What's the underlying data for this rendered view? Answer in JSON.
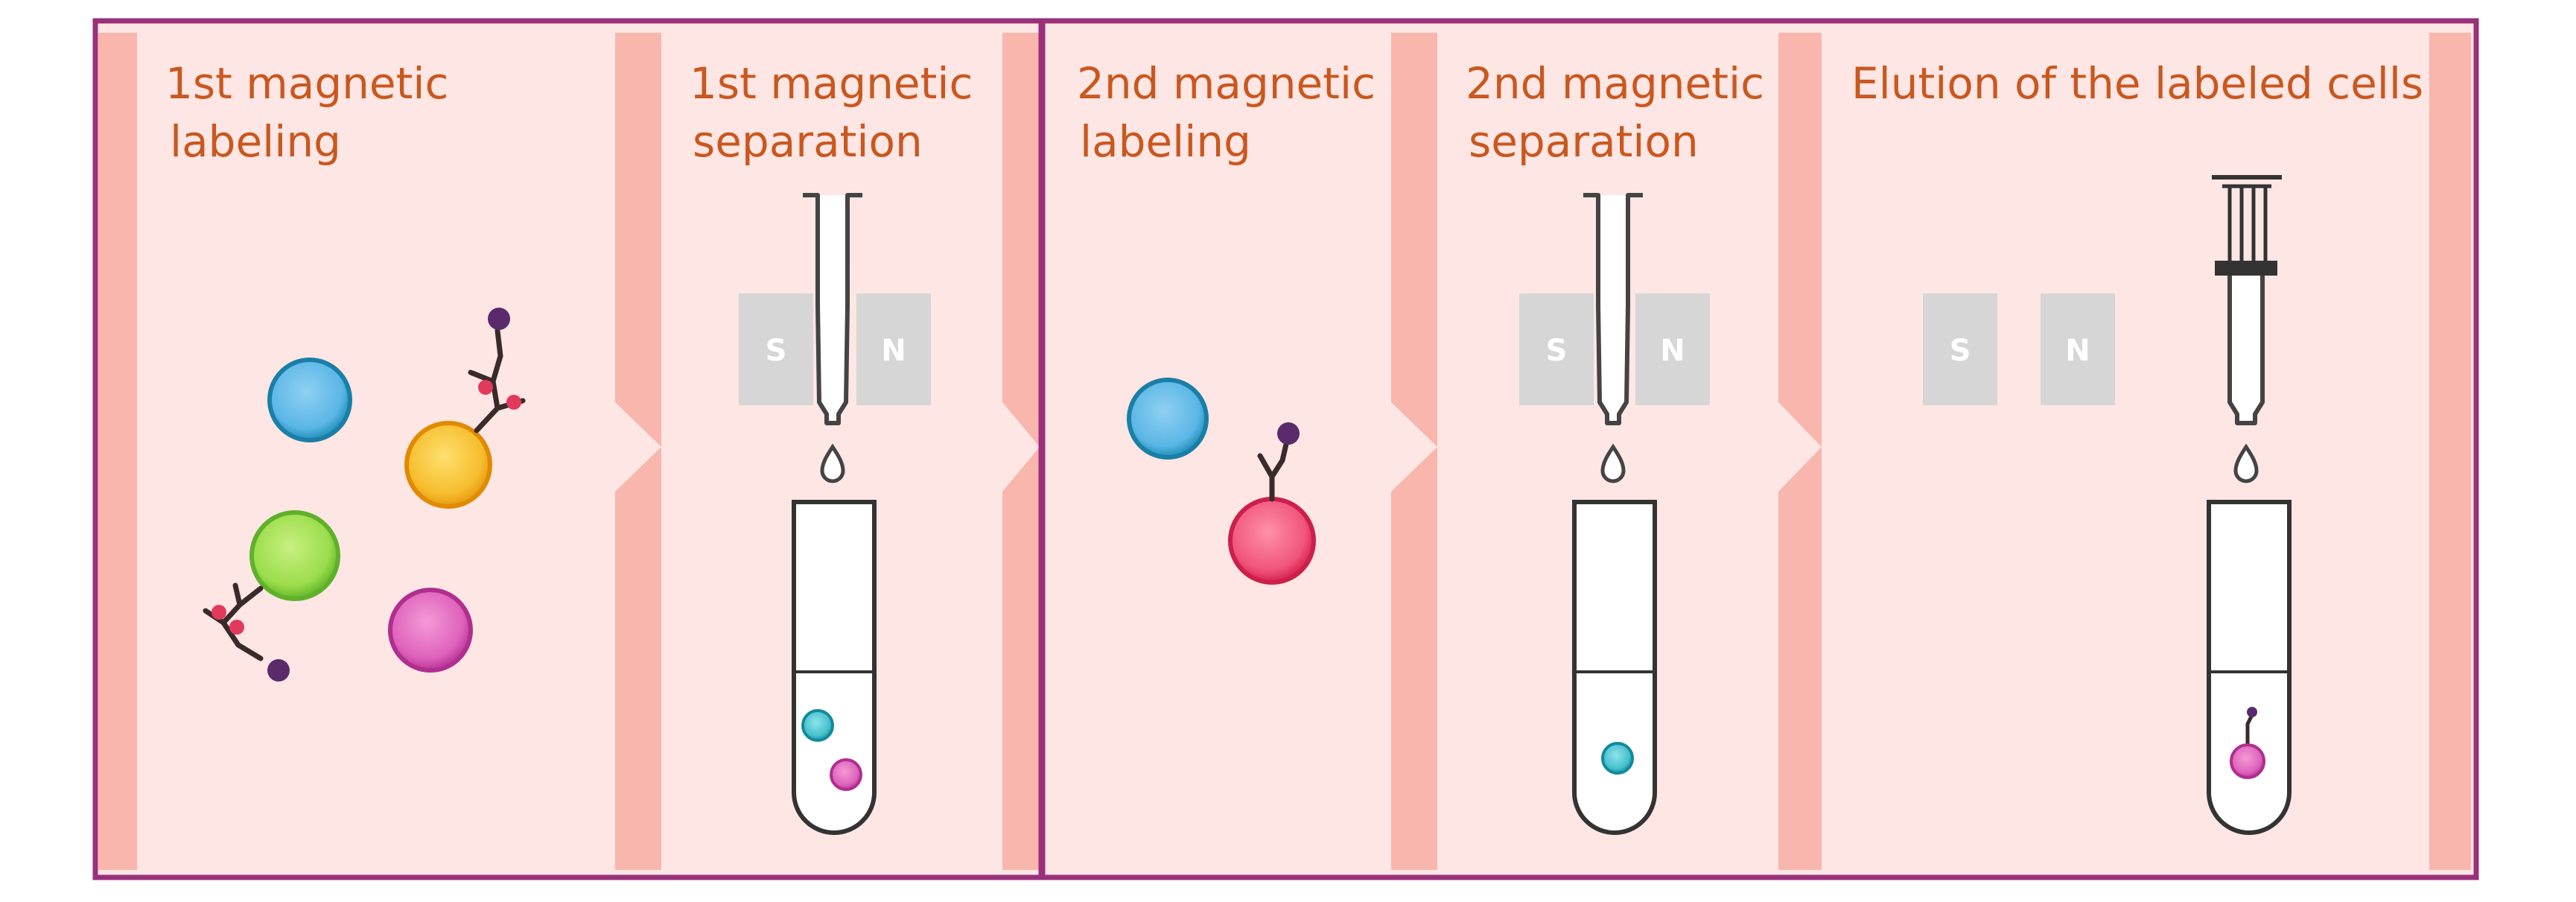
{
  "steps": [
    {
      "title": [
        "1st magnetic",
        "labeling"
      ]
    },
    {
      "title": [
        "1st magnetic",
        "separation"
      ]
    },
    {
      "title": [
        "2nd magnetic",
        "labeling"
      ]
    },
    {
      "title": [
        "2nd magnetic",
        "separation"
      ]
    },
    {
      "title": [
        "Elution of the labeled cells"
      ]
    }
  ],
  "magnet": {
    "south_label": "S",
    "north_label": "N"
  },
  "colors": {
    "frame": "#9a2f7a",
    "panel_bg": "#fde6e4",
    "divider": "#f8b6ad",
    "title_text": "#c9581f",
    "magnet": "#d6d6d6",
    "cell_blue": "#3ea8d8",
    "cell_yellow": "#f6b52a",
    "cell_green": "#8ed23a",
    "cell_magenta": "#d24fae",
    "cell_red": "#e83a66",
    "cell_teal": "#20a8b8",
    "antibody": "#3a2a2a",
    "bead": "#5a2a6a"
  }
}
